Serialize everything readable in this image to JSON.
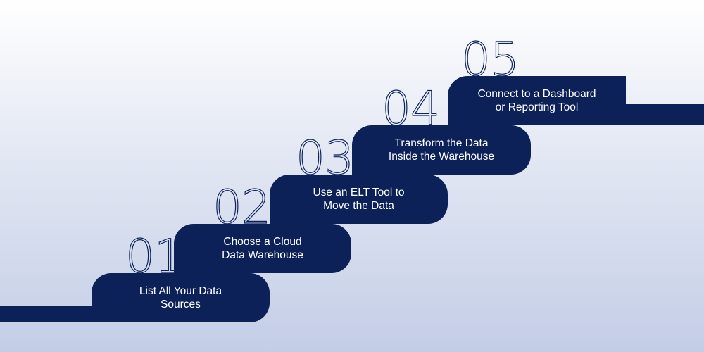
{
  "steps": [
    {
      "number": "01",
      "label": "List All Your Data\nSources"
    },
    {
      "number": "02",
      "label": "Choose a Cloud\nData Warehouse"
    },
    {
      "number": "03",
      "label": "Use an ELT Tool to\nMove the Data"
    },
    {
      "number": "04",
      "label": "Transform the Data\nInside the Warehouse"
    },
    {
      "number": "05",
      "label": "Connect to a Dashboard\nor Reporting Tool"
    }
  ],
  "colors": {
    "step_fill": "#0b2158",
    "step_text": "#ffffff",
    "background_top": "#ffffff",
    "background_bottom": "#c3cde6"
  }
}
